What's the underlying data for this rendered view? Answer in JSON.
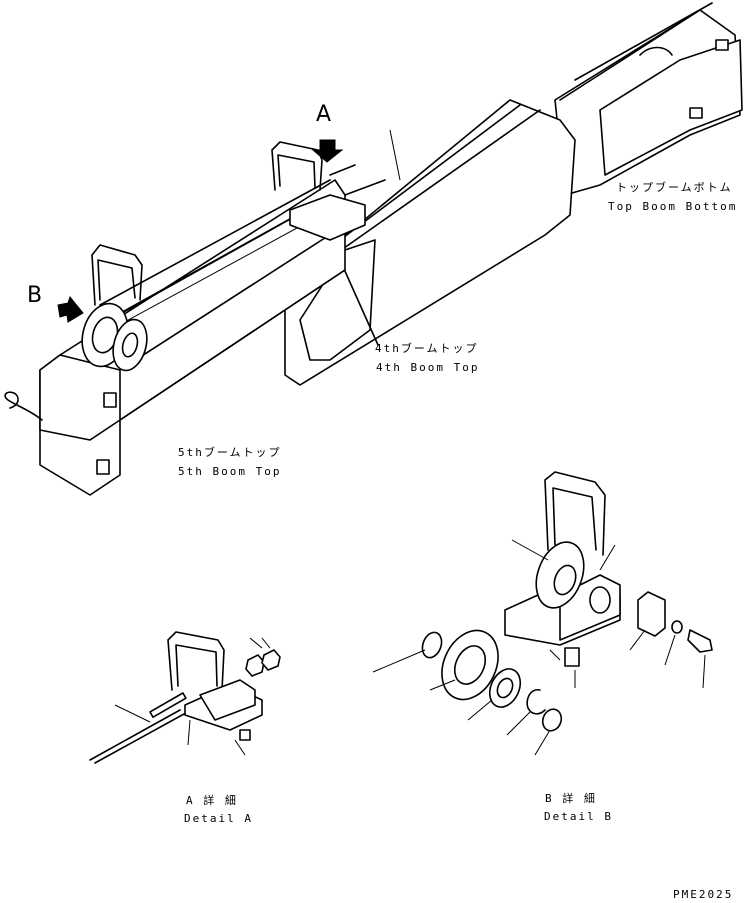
{
  "labels": {
    "top_bottom_jp": "トップブームボトム",
    "top_bottom_en": "Top Boom Bottom",
    "fourth_top_jp": "4thブームトップ",
    "fourth_top_en": "4th Boom Top",
    "fifth_top_jp": "5thブームトップ",
    "fifth_top_en": "5th Boom Top",
    "callout_a": "A",
    "callout_b": "B",
    "detail_a_jp": "A 詳 細",
    "detail_a_en": "Detail A",
    "detail_b_jp": "B 詳 細",
    "detail_b_en": "Detail B",
    "drawing_code": "PME2025"
  }
}
